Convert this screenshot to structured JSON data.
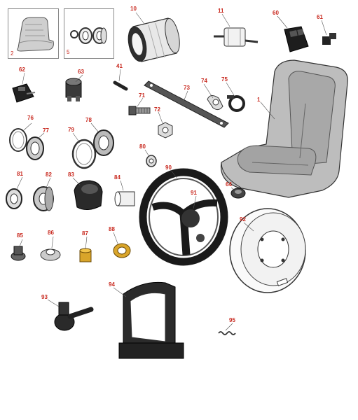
{
  "diagram": {
    "type": "exploded-parts-diagram",
    "label_color": "#c8281e",
    "part_callouts": [
      "10",
      "11",
      "60",
      "61",
      "62",
      "63",
      "41",
      "74",
      "75",
      "73",
      "71",
      "72",
      "1",
      "76",
      "77",
      "79",
      "78",
      "80",
      "90",
      "81",
      "82",
      "83",
      "84",
      "91",
      "64",
      "92",
      "85",
      "86",
      "87",
      "88",
      "93",
      "94",
      "95"
    ],
    "boxed_items": [
      "2",
      "5"
    ]
  }
}
